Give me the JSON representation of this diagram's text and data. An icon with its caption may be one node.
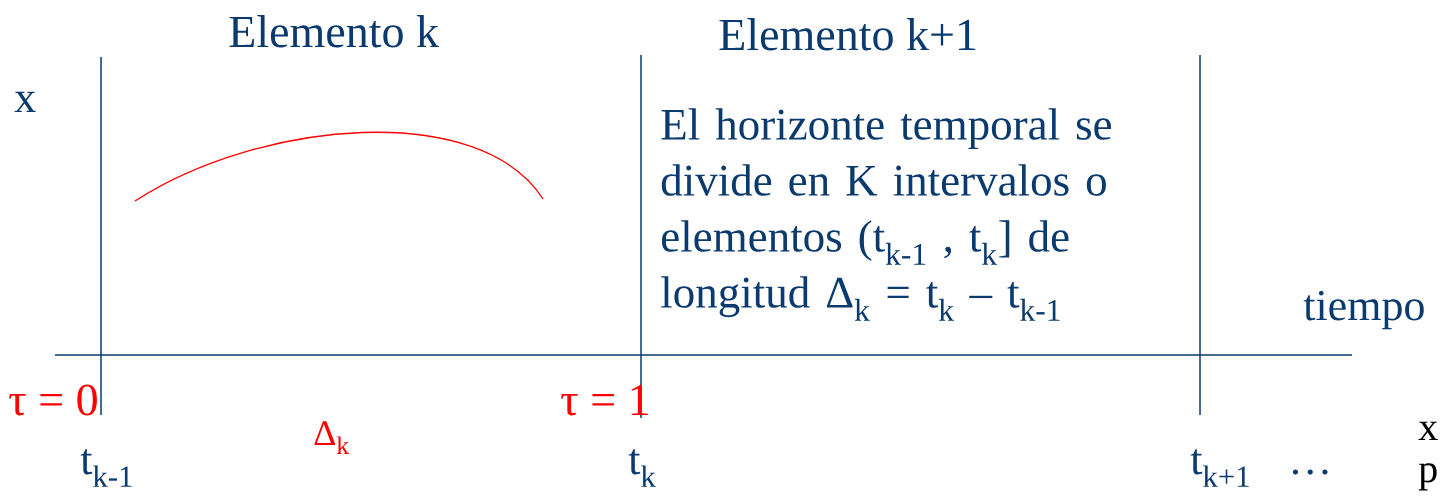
{
  "diagram": {
    "labels": [
      "Elemento k",
      "Elemento k+1",
      "x",
      "El horizonte temporal se divide en K intervalos o elementos  (t$_{k-1}$ , t$_{k}$] de longitud Δ$_{k}$ = t$_{k}$ – t$_{k-1}$",
      "tiempo",
      "τ = 0",
      "τ = 1",
      "Δ$_{k}$",
      "x",
      "t$_{k-1}$",
      "t$_{k}$",
      "t$_{k+1}$",
      "…",
      "p"
    ]
  }
}
